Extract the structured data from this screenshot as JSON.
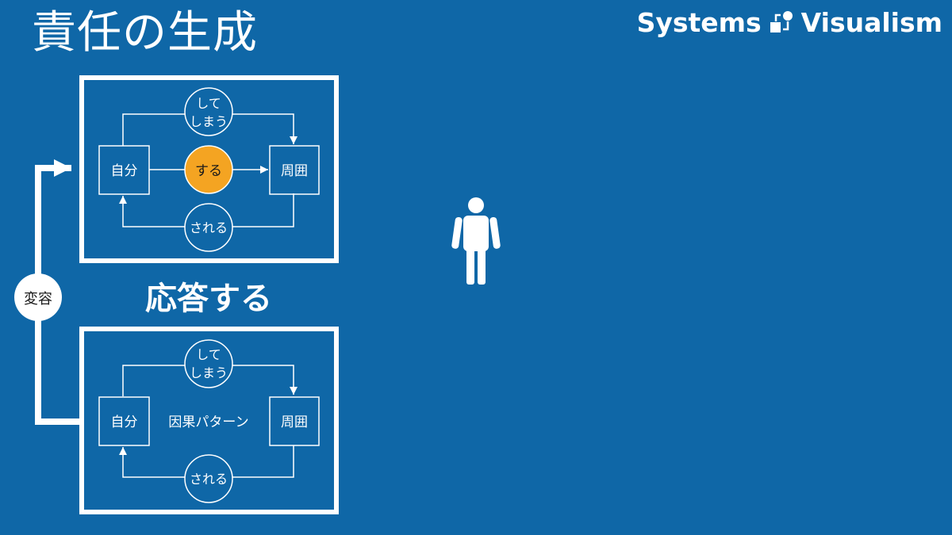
{
  "title": "責任の生成",
  "brand": {
    "left": "Systems",
    "right": "Visualism",
    "icon": "systems-visualism-logo-icon"
  },
  "colors": {
    "background": "#0f67a7",
    "line": "#ffffff",
    "highlight": "#f4a422",
    "highlight_text": "#1a1a1a"
  },
  "top_panel": {
    "self": "自分",
    "surroundings": "周囲",
    "do_node": "する",
    "end_up_line1": "して",
    "end_up_line2": "しまう",
    "receive_node": "される"
  },
  "transform_label": "変容",
  "respond_label": "応答する",
  "bottom_panel": {
    "self": "自分",
    "surroundings": "周囲",
    "center_text": "因果パターン",
    "end_up_line1": "して",
    "end_up_line2": "しまう",
    "receive_node": "される"
  },
  "figure_icon": "person-icon"
}
